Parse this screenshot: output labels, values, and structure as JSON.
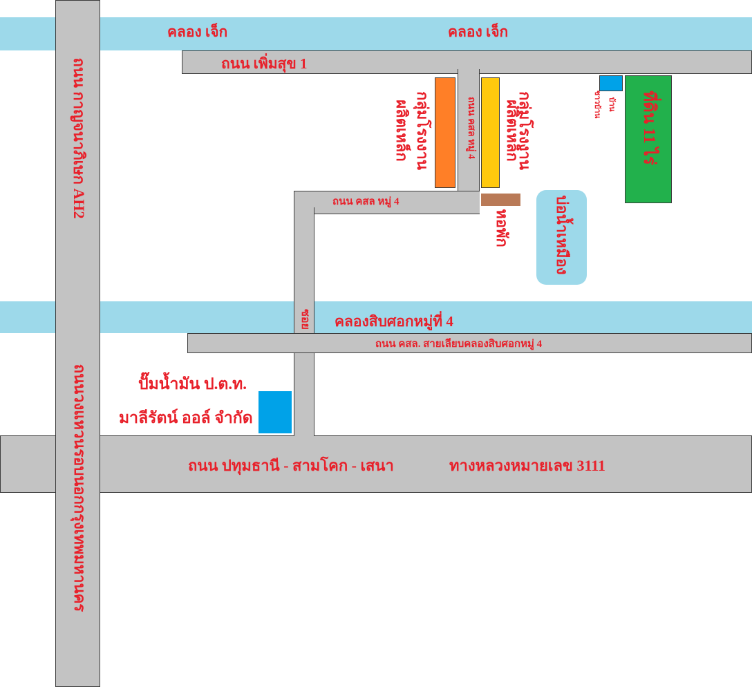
{
  "colors": {
    "canal": "#9dd9ea",
    "road": "#c3c3c3",
    "text": "#e8202a",
    "factory_orange": "#ff7f27",
    "factory_yellow": "#ffc90e",
    "dorm_brown": "#b97a57",
    "blue_box": "#00a2e8",
    "land_green": "#22b14c"
  },
  "canals": {
    "top_left_label": "คลอง เจ็ก",
    "top_right_label": "คลอง เจ็ก",
    "middle_label": "คลองสิบศอกหมู่ที่ 4"
  },
  "roads": {
    "phoem_suk": "ถนน เพิ่มสุข 1",
    "kasol_moo4_horizontal": "ถนน คสล หมู่ 4",
    "kasol_moo4_vertical": "ถนน คสล หมู่ 4",
    "soi": "ซอย",
    "canal_side": "ถนน คสล. สายเลียบคลองสิบศอกหมู่ 4",
    "pathum_road": "ถนน ปทุมธานี - สามโคก - เสนา",
    "highway_number": "ทางหลวงหมายเลข 3111",
    "left_upper": "ถนน กาญจนาภิเษก AH2",
    "left_lower": "ถนนวงแหวนรอบนอกกรุงเทพมหานคร"
  },
  "places": {
    "factory_group_1": "กลุ่มโรงงาน",
    "factory_group_1_sub": "ผลิตเหล็ก",
    "factory_group_2": "กลุ่มโรงงาน",
    "factory_group_2_sub": "ผลิตเหล็ก",
    "dormitory": "หอพัก",
    "pond": "บ่อน้ำเหมือง",
    "land": "ที่ดิน 11 ไร่",
    "house_line1": "บ้าน",
    "house_line2": "ชาวบ้าน",
    "gas_station_line1": "ปั๊มน้ำมัน ป.ต.ท.",
    "gas_station_line2": "มาลีรัตน์ ออล์ จำกัด"
  }
}
